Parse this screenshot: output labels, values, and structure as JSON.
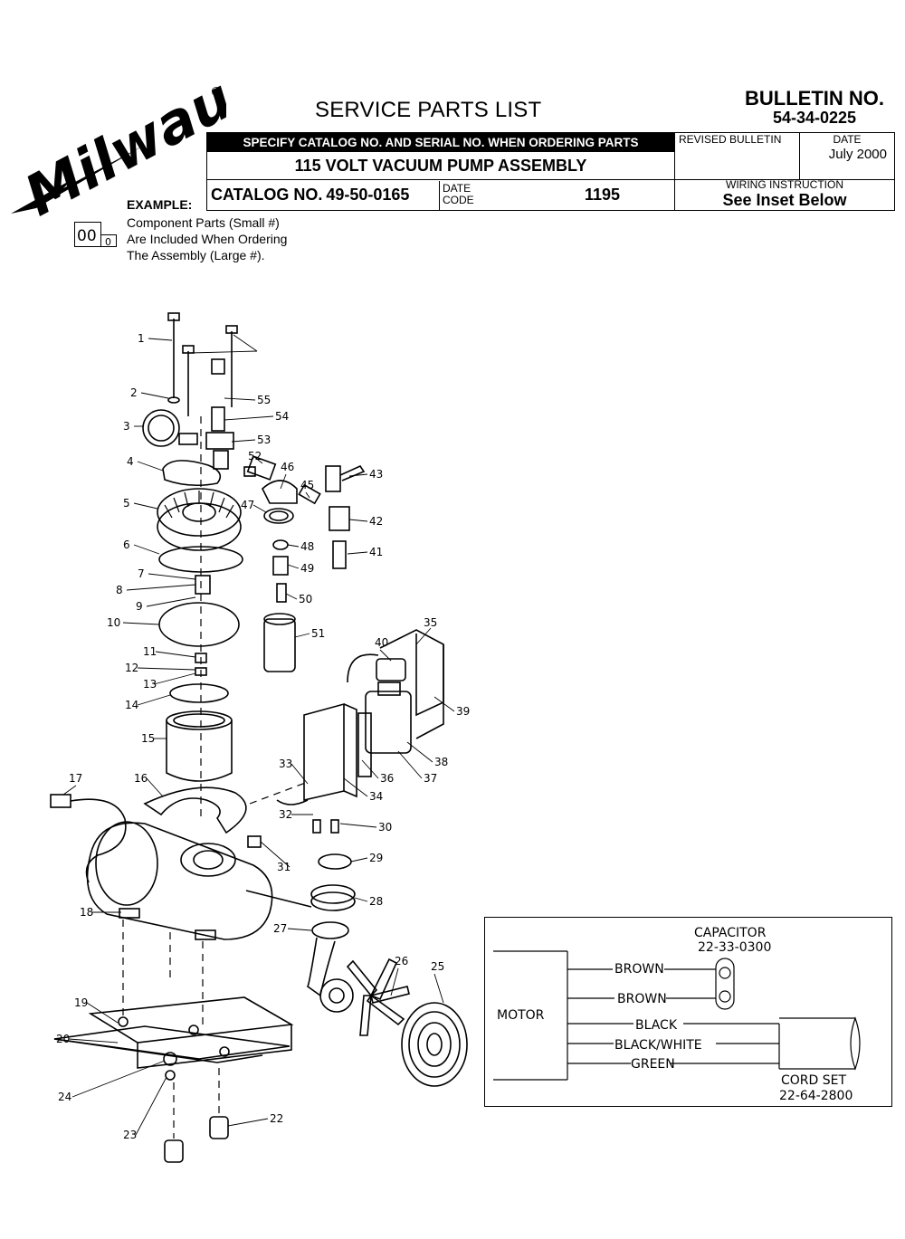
{
  "header": {
    "brand": "Milwaukee",
    "registered": "®",
    "title": "SERVICE PARTS LIST",
    "bulletin_label": "BULLETIN NO.",
    "bulletin_number": "54-34-0225",
    "specify_text": "SPECIFY CATALOG NO. AND SERIAL NO. WHEN ORDERING PARTS",
    "revised_bulletin_label": "REVISED BULLETIN",
    "date_label": "DATE",
    "date_value": "July 2000",
    "assembly_title": "115 VOLT VACUUM PUMP ASSEMBLY",
    "catalog_label": "CATALOG NO.",
    "catalog_number": "49-50-0165",
    "date_code_label_1": "DATE",
    "date_code_label_2": "CODE",
    "date_code_value": "1195",
    "wiring_label": "WIRING INSTRUCTION",
    "wiring_value": "See Inset Below"
  },
  "example": {
    "label": "EXAMPLE:",
    "big_number": "00",
    "small_number": "0",
    "lines": [
      "Component Parts (Small #)",
      "Are Included When Ordering",
      "The Assembly (Large #)."
    ]
  },
  "parts_callouts": [
    "1",
    "2",
    "3",
    "4",
    "5",
    "6",
    "7",
    "8",
    "9",
    "10",
    "11",
    "12",
    "13",
    "14",
    "15",
    "16",
    "17",
    "18",
    "19",
    "20",
    "22",
    "23",
    "24",
    "25",
    "26",
    "27",
    "28",
    "29",
    "30",
    "31",
    "32",
    "33",
    "34",
    "35",
    "36",
    "37",
    "38",
    "39",
    "40",
    "41",
    "42",
    "43",
    "45",
    "46",
    "47",
    "48",
    "49",
    "50",
    "51",
    "52",
    "53",
    "54",
    "55"
  ],
  "wiring_inset": {
    "motor_label": "MOTOR",
    "capacitor_label": "CAPACITOR",
    "capacitor_part": "22-33-0300",
    "wires": [
      "BROWN",
      "BROWN",
      "BLACK",
      "BLACK/WHITE",
      "GREEN"
    ],
    "cord_label": "CORD SET",
    "cord_part": "22-64-2800"
  }
}
